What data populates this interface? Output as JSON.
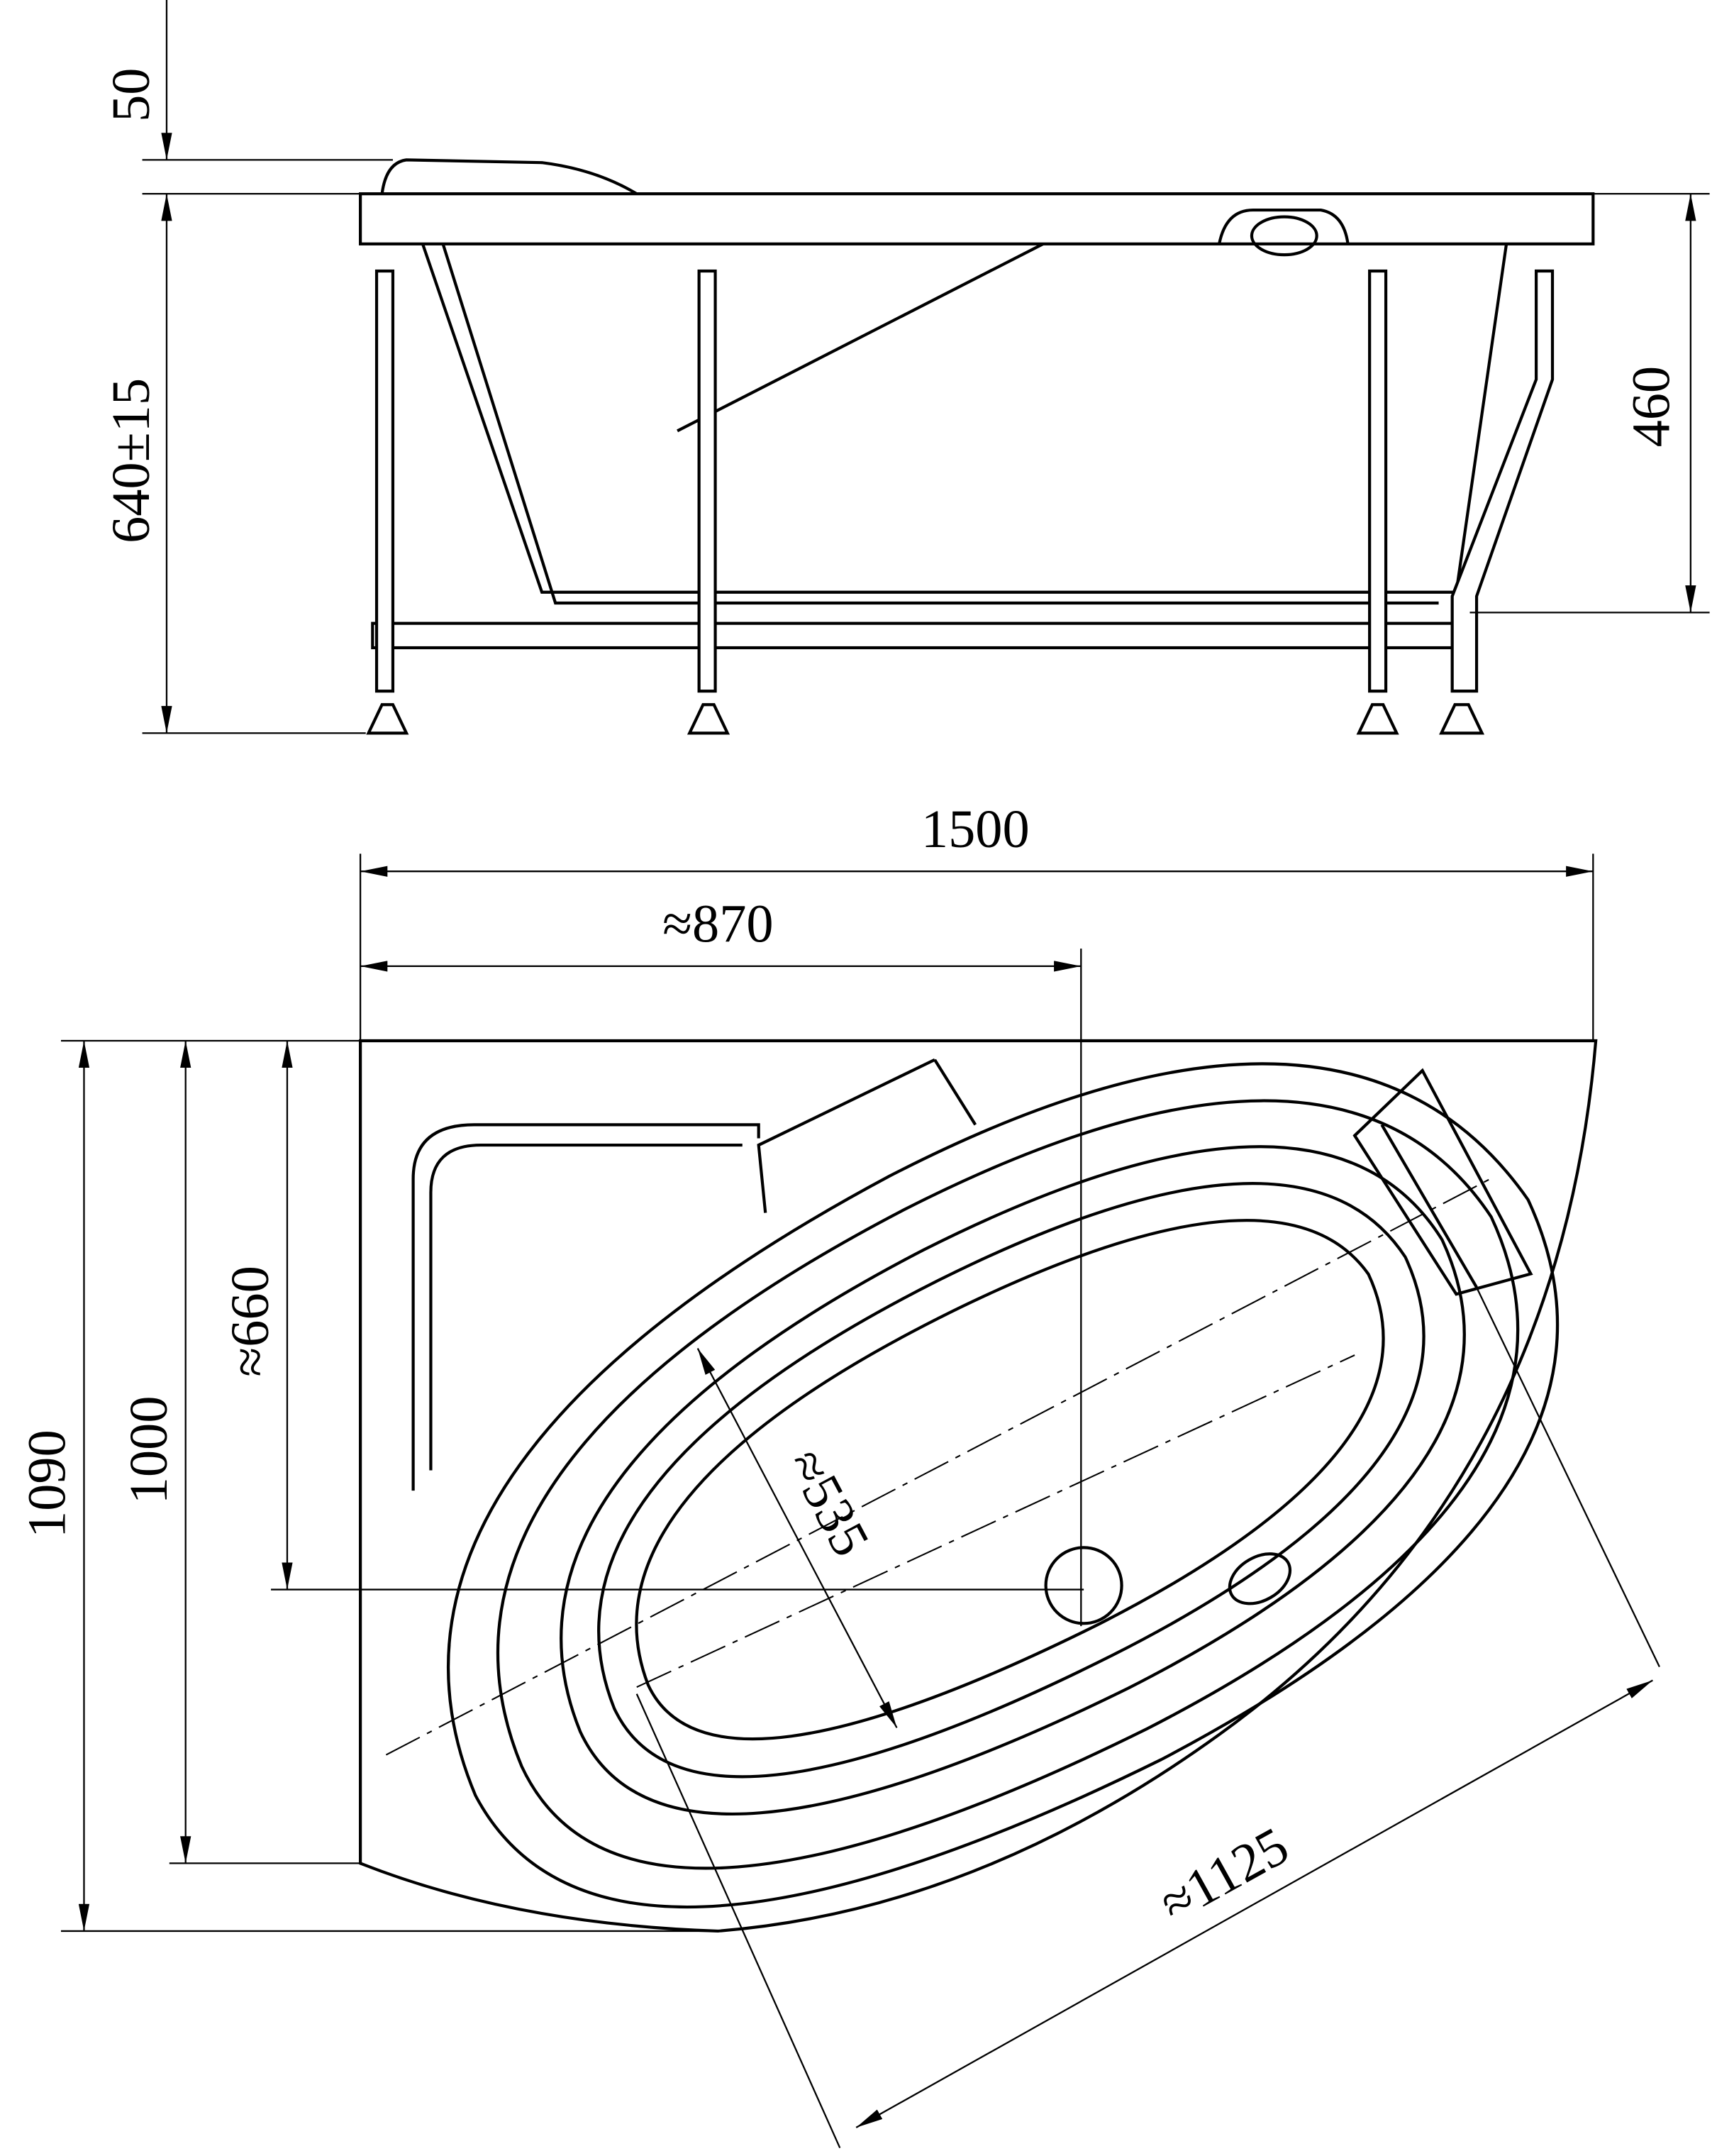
{
  "side_view": {
    "dim_rim_height": "50",
    "dim_total_height": "640±15",
    "dim_depth": "460"
  },
  "top_view": {
    "dim_length": "1500",
    "dim_drain_x": "≈870",
    "dim_drain_y": "≈660",
    "dim_width_side": "1000",
    "dim_width_total": "1090",
    "dim_inner_width": "≈535",
    "dim_inner_length": "≈1125"
  }
}
